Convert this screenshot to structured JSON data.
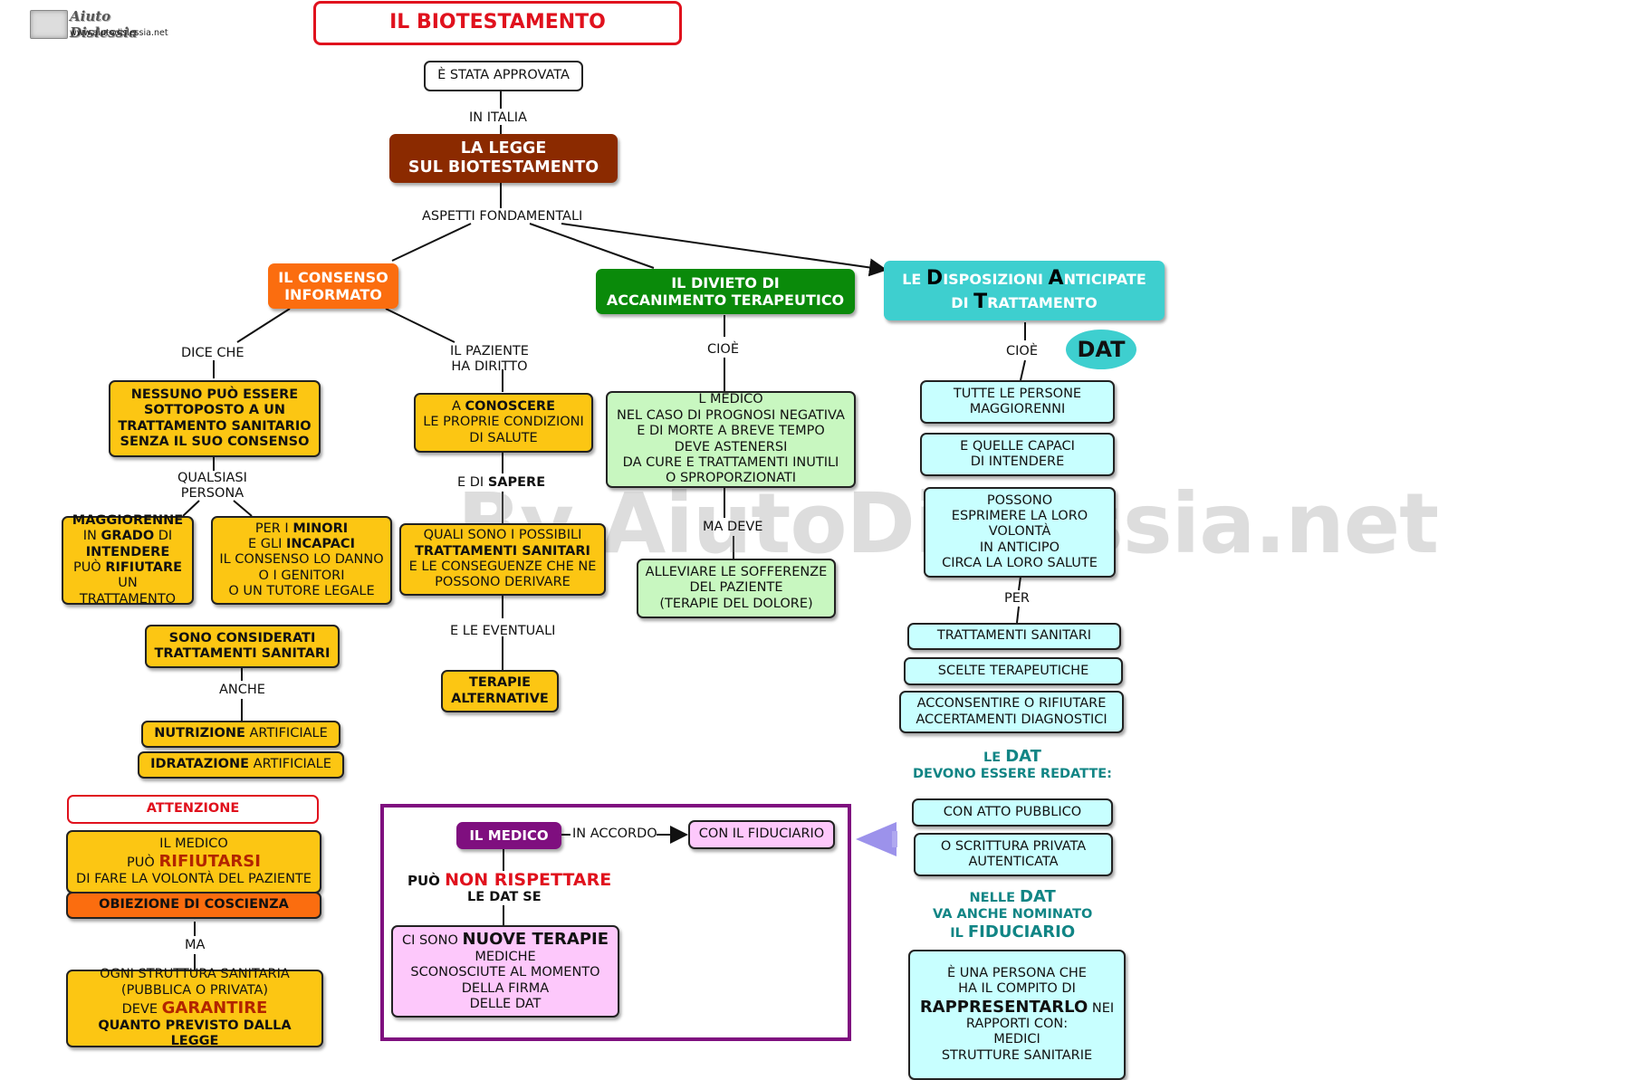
{
  "logo": {
    "brand": "Aiuto Dislessia",
    "url": "www.aiutodislessia.net"
  },
  "watermark": "By AiutoDislessia.net",
  "title": "IL BIOTESTAMENTO",
  "approved": "È STATA APPROVATA",
  "in_italia": "IN ITALIA",
  "law": {
    "line1": "LA LEGGE",
    "line2": "SUL BIOTESTAMENTO"
  },
  "aspetti": "ASPETTI FONDAMENTALI",
  "consenso": {
    "title1": "IL CONSENSO",
    "title2": "INFORMATO",
    "dice_che": "DICE CHE",
    "nessuno": [
      "NESSUNO PUÒ ESSERE",
      "SOTTOPOSTO A UN",
      "TRATTAMENTO SANITARIO",
      "SENZA IL SUO CONSENSO"
    ],
    "qualsiasi": [
      "QUALSIASI",
      "PERSONA"
    ],
    "maggiorenne": {
      "l1": "MAGGIORENNE",
      "l2a": "IN ",
      "l2b": "GRADO",
      "l2c": " DI",
      "l3": "INTENDERE",
      "l4a": "PUÒ ",
      "l4b": "RIFIUTARE",
      "l5": "UN TRATTAMENTO"
    },
    "minori": {
      "l1a": "PER I ",
      "l1b": "MINORI",
      "l2a": "E GLI ",
      "l2b": "INCAPACI",
      "l3": "IL CONSENSO LO DANNO",
      "l4": "O I GENITORI",
      "l5": "O UN TUTORE LEGALE"
    },
    "considerati": [
      "SONO CONSIDERATI",
      "TRATTAMENTI SANITARI"
    ],
    "anche": "ANCHE",
    "nutrizione": {
      "bold": "NUTRIZIONE",
      "rest": " ARTIFICIALE"
    },
    "idratazione": {
      "bold": "IDRATAZIONE",
      "rest": " ARTIFICIALE"
    },
    "paziente_diritto": [
      "IL PAZIENTE",
      "HA DIRITTO"
    ],
    "conoscere": {
      "l1a": "A ",
      "l1b": "CONOSCERE",
      "l2": "LE PROPRIE CONDIZIONI",
      "l3": "DI SALUTE"
    },
    "sapere": {
      "a": "E DI ",
      "b": "SAPERE"
    },
    "quali": {
      "l1": "QUALI SONO I POSSIBILI",
      "l2": "TRATTAMENTI SANITARI",
      "l3": "E LE CONSEGUENZE CHE NE",
      "l4": "POSSONO DERIVARE"
    },
    "eventuali": "E LE EVENTUALI",
    "terapie_alt": [
      "TERAPIE",
      "ALTERNATIVE"
    ]
  },
  "attenzione": {
    "label": "ATTENZIONE",
    "medico": {
      "l1": "IL MEDICO",
      "l2a": "PUÒ ",
      "l2b": "RIFIUTARSI",
      "l3": "DI FARE LA VOLONTÀ DEL PAZIENTE"
    },
    "obiezione": "OBIEZIONE DI COSCIENZA",
    "ma": "MA",
    "struttura": {
      "l1": "OGNI  STRUTTURA  SANITARIA",
      "l2": "(PUBBLICA  O  PRIVATA)",
      "l3a": "DEVE  ",
      "l3b": "GARANTIRE",
      "l4": "QUANTO PREVISTO DALLA LEGGE"
    }
  },
  "divieto": {
    "title1": "IL DIVIETO DI",
    "title2": "ACCANIMENTO TERAPEUTICO",
    "cioe": "CIOÈ",
    "medico": [
      "L MEDICO",
      "NEL CASO DI PROGNOSI NEGATIVA",
      "E DI MORTE A BREVE TEMPO",
      "DEVE ASTENERSI",
      "DA CURE E TRATTAMENTI INUTILI",
      "O SPROPORZIONATI"
    ],
    "ma_deve": "MA DEVE",
    "alleviare": [
      "ALLEVIARE LE SOFFERENZE",
      "DEL PAZIENTE",
      "(TERAPIE DEL DOLORE)"
    ]
  },
  "medico_box": {
    "medico": "IL MEDICO",
    "accordo": "IN ACCORDO",
    "fiduciario": "CON IL FIDUCIARIO",
    "puo": "PUÒ ",
    "non_rispettare": "NON RISPETTARE",
    "le_dat_se": "LE DAT SE",
    "nuove": {
      "l1a": "CI SONO ",
      "l1b": "NUOVE TERAPIE",
      "l2": "MEDICHE",
      "l3": "SCONOSCIUTE AL MOMENTO",
      "l4": "DELLA FIRMA",
      "l5": "DELLE DAT"
    }
  },
  "dat": {
    "title": {
      "w1a": "LE ",
      "d": "D",
      "w2": "ISPOSIZIONI ",
      "a": "A",
      "w3": "NTICIPATE",
      "w4": "DI ",
      "t": "T",
      "w5": "RATTAMENTO"
    },
    "acronym": "DAT",
    "cioe": "CIOÈ",
    "tutte": [
      "TUTTE LE PERSONE",
      "MAGGIORENNI"
    ],
    "capaci": [
      "E QUELLE CAPACI",
      "DI INTENDERE"
    ],
    "possono": [
      "POSSONO",
      "ESPRIMERE LA LORO",
      "VOLONTÀ",
      "IN ANTICIPO",
      "CIRCA LA LORO SALUTE"
    ],
    "per": "PER",
    "trattamenti": "TRATTAMENTI  SANITARI",
    "scelte": "SCELTE TERAPEUTICHE",
    "acconsentire": [
      "ACCONSENTIRE  O  RIFIUTARE",
      "ACCERTAMENTI DIAGNOSTICI"
    ],
    "redatte": {
      "l1a": "LE ",
      "l1b": "DAT",
      "l2": "DEVONO ESSERE REDATTE:"
    },
    "atto": "CON ATTO PUBBLICO",
    "scrittura": [
      "O SCRITTURA PRIVATA",
      "AUTENTICATA"
    ],
    "nelle": {
      "l1a": "NELLE ",
      "l1b": "DAT",
      "l2": "VA ANCHE NOMINATO",
      "l3a": "IL ",
      "l3b": "FIDUCIARIO"
    },
    "persona": {
      "l1": "È UNA PERSONA CHE",
      "l2": "HA IL COMPITO DI",
      "l3a": "RAPPRESENTARLO",
      "l3b": " NEI",
      "l4": "RAPPORTI CON:",
      "l5": "MEDICI",
      "l6": "STRUTTURE SANITARIE"
    }
  },
  "colors": {
    "title_border": "#e0111d",
    "law": "#8b2a00",
    "consenso": "#fb6d0f",
    "divieto": "#0a8a0a",
    "dat": "#3ecfcf",
    "yellow": "#fcc613",
    "green_light": "#c8f7c0",
    "cyan_light": "#c8ffff",
    "pink_light": "#fdc8fb",
    "purple": "#7f0f7f",
    "teal_text": "#118585",
    "red_text": "#b22500"
  }
}
